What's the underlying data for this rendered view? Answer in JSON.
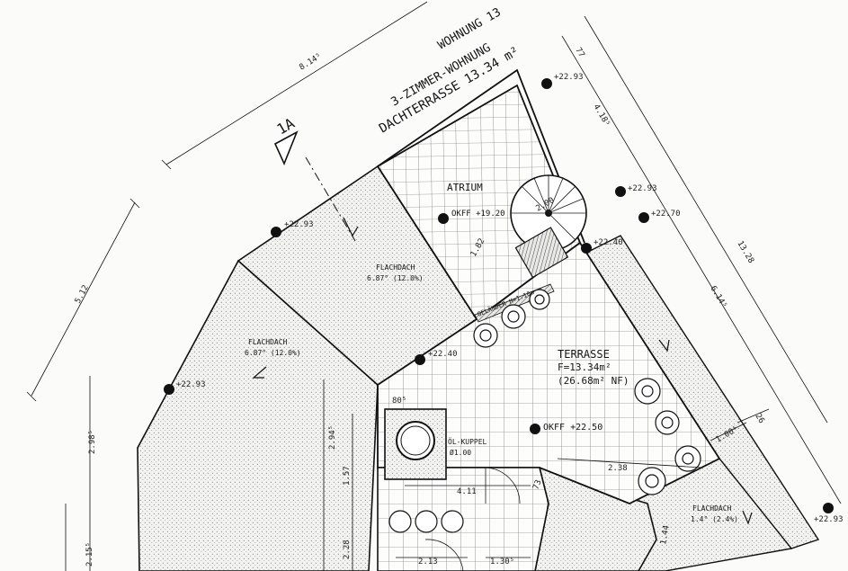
{
  "title": {
    "line1": "WOHNUNG 13",
    "line2": "3-ZIMMER-WOHNUNG",
    "line3": "DACHTERRASSE 13.34 m²"
  },
  "section_mark": "1A",
  "rooms": {
    "atrium": {
      "label": "ATRIUM",
      "level": "OKFF +19.20"
    },
    "terrasse": {
      "label": "TERRASSE",
      "area": "F=13.34m²",
      "area_nf": "(26.68m² NF)",
      "level": "OKFF +22.50"
    },
    "flachdach_top": {
      "label": "FLACHDACH",
      "slope": "6.87° (12.0%)"
    },
    "flachdach_left": {
      "label": "FLACHDACH",
      "slope": "6.87° (12.0%)"
    },
    "flachdach_bottom": {
      "label": "FLACHDACH",
      "slope": "1.4° (2.4%)"
    },
    "oelkuppel": {
      "label": "ÖL-KUPPEL",
      "size": "Ø1.00"
    },
    "gelaender": "GELÄNDER H=1.10m"
  },
  "levels": [
    "+22.93",
    "+22.93",
    "+22.70",
    "+22.40",
    "+22.93",
    "+22.40",
    "+22.93",
    "+22.93"
  ],
  "dimensions": {
    "d_814": "8.14⁵",
    "d_512": "5.12",
    "d_418": "4.18⁵",
    "d_1328": "13.28",
    "d_614": "6.14⁵",
    "d_26": "26",
    "d_100": "1.00⁵",
    "d_77": "77",
    "d_298": "2.98⁵",
    "d_294": "2.94⁵",
    "d_157": "1.57",
    "d_228": "2.28",
    "d_215": "2.15⁵",
    "d_411": "4.11",
    "d_213": "2.13",
    "d_130": "1.30⁵",
    "d_238": "2.38",
    "d_80": "80⁵",
    "d_73": "73",
    "d_144": "1.44",
    "d_200": "2.00",
    "d_182": "1.82"
  }
}
